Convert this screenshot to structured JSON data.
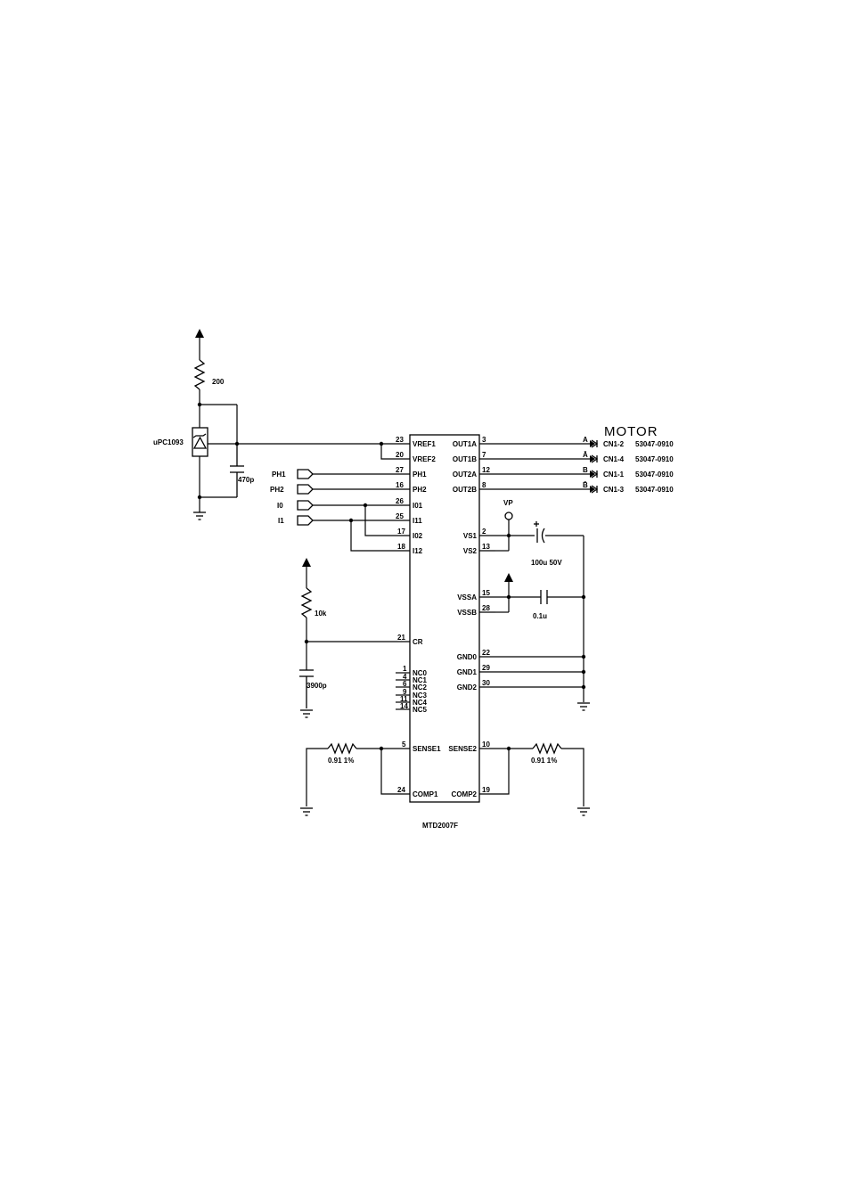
{
  "ic": {
    "name": "MTD2007F",
    "left_pins": [
      {
        "num": "23",
        "name": "VREF1"
      },
      {
        "num": "20",
        "name": "VREF2"
      },
      {
        "num": "27",
        "name": "PH1"
      },
      {
        "num": "16",
        "name": "PH2"
      },
      {
        "num": "26",
        "name": "I01"
      },
      {
        "num": "25",
        "name": "I11"
      },
      {
        "num": "17",
        "name": "I02"
      },
      {
        "num": "18",
        "name": "I12"
      },
      {
        "num": "21",
        "name": "CR"
      },
      {
        "num": "1",
        "name": "NC0"
      },
      {
        "num": "4",
        "name": "NC1"
      },
      {
        "num": "6",
        "name": "NC2"
      },
      {
        "num": "9",
        "name": "NC3"
      },
      {
        "num": "11",
        "name": "NC4"
      },
      {
        "num": "14",
        "name": "NC5"
      },
      {
        "num": "5",
        "name": "SENSE1"
      },
      {
        "num": "24",
        "name": "COMP1"
      }
    ],
    "right_pins": [
      {
        "num": "3",
        "name": "OUT1A"
      },
      {
        "num": "7",
        "name": "OUT1B"
      },
      {
        "num": "12",
        "name": "OUT2A"
      },
      {
        "num": "8",
        "name": "OUT2B"
      },
      {
        "num": "2",
        "name": "VS1"
      },
      {
        "num": "13",
        "name": "VS2"
      },
      {
        "num": "15",
        "name": "VSSA"
      },
      {
        "num": "28",
        "name": "VSSB"
      },
      {
        "num": "22",
        "name": "GND0"
      },
      {
        "num": "29",
        "name": "GND1"
      },
      {
        "num": "30",
        "name": "GND2"
      },
      {
        "num": "10",
        "name": "SENSE2"
      },
      {
        "num": "19",
        "name": "COMP2"
      }
    ]
  },
  "inputs": [
    "PH1",
    "PH2",
    "I0",
    "I1"
  ],
  "components": {
    "ref_ic": "uPC1093",
    "r_top": "200",
    "c_ref": "470p",
    "r_cr": "10k",
    "c_cr": "3900p",
    "r_sense1": "0.91 1%",
    "r_sense2": "0.91 1%",
    "c_bulk": "100u 50V",
    "c_vss": "0.1u",
    "vp": "VP"
  },
  "motor": {
    "title": "MOTOR",
    "outputs": [
      {
        "phase": "A",
        "conn": "CN1-2",
        "part": "53047-0910"
      },
      {
        "phase": "Ā",
        "conn": "CN1-4",
        "part": "53047-0910"
      },
      {
        "phase": "B",
        "conn": "CN1-1",
        "part": "53047-0910"
      },
      {
        "phase": "B̄",
        "conn": "CN1-3",
        "part": "53047-0910"
      }
    ]
  }
}
